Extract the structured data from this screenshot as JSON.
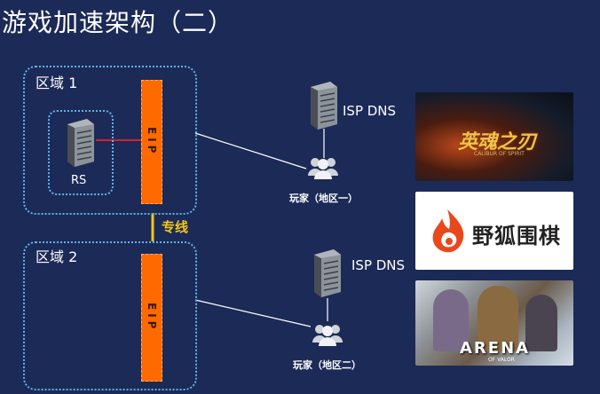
{
  "title": "游戏加速架构（二）",
  "region1": {
    "label": "区域 1",
    "rs_label": "RS",
    "eip_label": "EIP"
  },
  "region2": {
    "label": "区域 2",
    "eip_label": "EIP"
  },
  "dedicated_line": "专线",
  "dns1": "ISP DNS",
  "dns2": "ISP DNS",
  "player1": "玩家（地区一）",
  "player2": "玩家（地区二）",
  "games": [
    {
      "title": "英魂之刃",
      "subtitle": "CALIBUR OF SPIRIT"
    },
    {
      "title": "野狐围棋"
    },
    {
      "title": "ARENA",
      "subtitle": "OF VALOR"
    }
  ],
  "colors": {
    "background": "#1c2a57",
    "eip": "#ff6a00",
    "region_border": "#5fb4e8",
    "dedicated_line": "#f5c518",
    "rs_link": "#d2232a"
  }
}
